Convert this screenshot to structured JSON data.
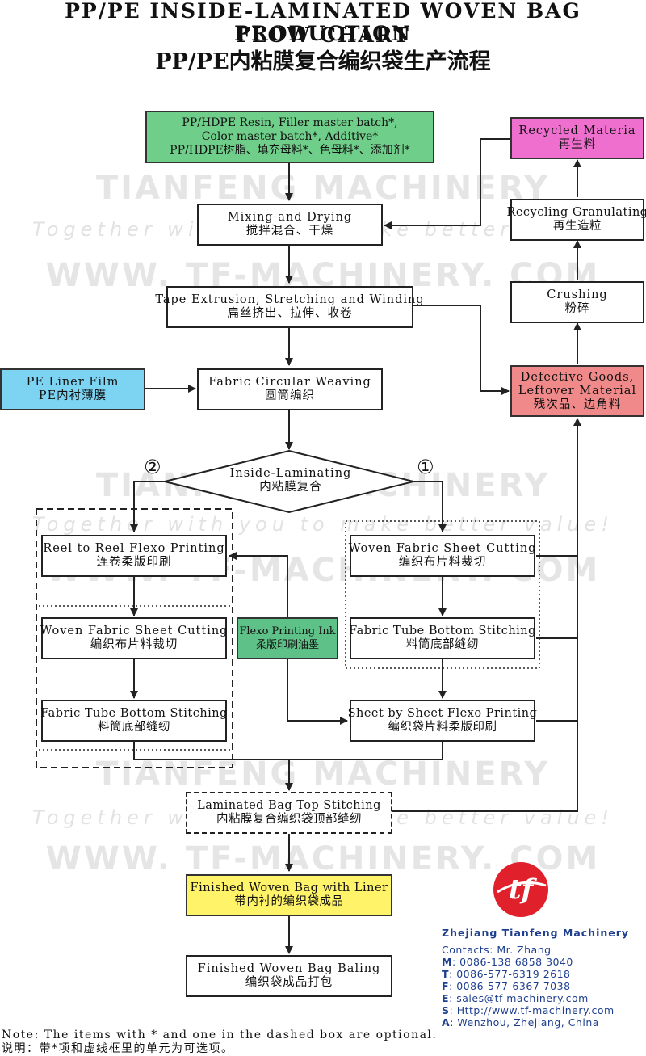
{
  "title": {
    "line1": "PP/PE INSIDE-LAMINATED WOVEN BAG PRODUCTION",
    "line2": "FLOW CHART",
    "line3": "PP/PE内粘膜复合编织袋生产流程"
  },
  "watermark": {
    "brand": "TIANFENG MACHINERY",
    "slogan": "Together with you to make better value!",
    "url": "WWW. TF-MACHINERY. COM"
  },
  "nodes": {
    "resin": {
      "l1": "PP/HDPE Resin, Filler master batch*,",
      "l2": "Color master batch*, Additive*",
      "l3": "PP/HDPE树脂、填充母料*、色母料*、添加剂*"
    },
    "mixing": {
      "en": "Mixing and Drying",
      "zh": "搅拌混合、干燥"
    },
    "tape": {
      "en": "Tape Extrusion, Stretching and Winding",
      "zh": "扁丝挤出、拉伸、收卷"
    },
    "weaving": {
      "en": "Fabric Circular Weaving",
      "zh": "圆筒编织"
    },
    "liner": {
      "en": "PE Liner Film",
      "zh": "PE内衬薄膜"
    },
    "laminating": {
      "en": "Inside-Laminating",
      "zh": "内粘膜复合"
    },
    "recycled": {
      "en": "Recycled Materia",
      "zh": "再生料"
    },
    "granulating": {
      "en": "Recycling Granulating",
      "zh": "再生造粒"
    },
    "crushing": {
      "en": "Crushing",
      "zh": "粉碎"
    },
    "defective": {
      "en1": "Defective Goods,",
      "en2": "Leftover Material",
      "zh": "残次品、边角料"
    },
    "reel_print": {
      "en": "Reel to Reel Flexo Printing",
      "zh": "连卷柔版印刷"
    },
    "cut_left": {
      "en": "Woven Fabric Sheet Cutting",
      "zh": "编织布片料裁切"
    },
    "stitch_left": {
      "en": "Fabric Tube Bottom Stitching",
      "zh": "料筒底部缝纫"
    },
    "cut_right": {
      "en": "Woven Fabric Sheet Cutting",
      "zh": "编织布片料裁切"
    },
    "stitch_right": {
      "en": "Fabric Tube Bottom Stitching",
      "zh": "料筒底部缝纫"
    },
    "ink": {
      "en": "Flexo Printing Ink",
      "zh": "柔版印刷油墨"
    },
    "sheet_print": {
      "en": "Sheet by Sheet Flexo Printing",
      "zh": "编织袋片料柔版印刷"
    },
    "top_stitch": {
      "en": "Laminated Bag Top Stitching",
      "zh": "内粘膜复合编织袋顶部缝纫"
    },
    "finished": {
      "en": "Finished Woven Bag with Liner",
      "zh": "带内衬的编织袋成品"
    },
    "baling": {
      "en": "Finished Woven Bag Baling",
      "zh": "编织袋成品打包"
    }
  },
  "branch_labels": {
    "left": "②",
    "right": "①"
  },
  "note": {
    "en": "Note: The items with * and one in the dashed box are optional.",
    "zh": "说明：带*项和虚线框里的单元为可选项。"
  },
  "company": {
    "name": "Zhejiang Tianfeng Machinery",
    "contacts": "Contacts: Mr. Zhang",
    "m_key": "M",
    "m_val": ": 0086-138 6858 3040",
    "t_key": "T",
    "t_val": ": 0086-577-6319 2618",
    "f_key": "F",
    "f_val": ": 0086-577-6367 7038",
    "e_key": "E",
    "e_val": ": sales@tf-machinery.com",
    "s_key": "S",
    "s_val": ": Http://www.tf-machinery.com",
    "a_key": "A",
    "a_val": ": Wenzhou, Zhejiang, China",
    "logo_text": "tf"
  },
  "colors": {
    "green": "#6fcf8a",
    "blue": "#7dd3f2",
    "pink": "#ef6fcf",
    "salmon": "#f08a8a",
    "yellow": "#fff36a",
    "ink_green": "#5ec187",
    "logo_red": "#e0202a",
    "contact_blue": "#1e3f8f"
  }
}
